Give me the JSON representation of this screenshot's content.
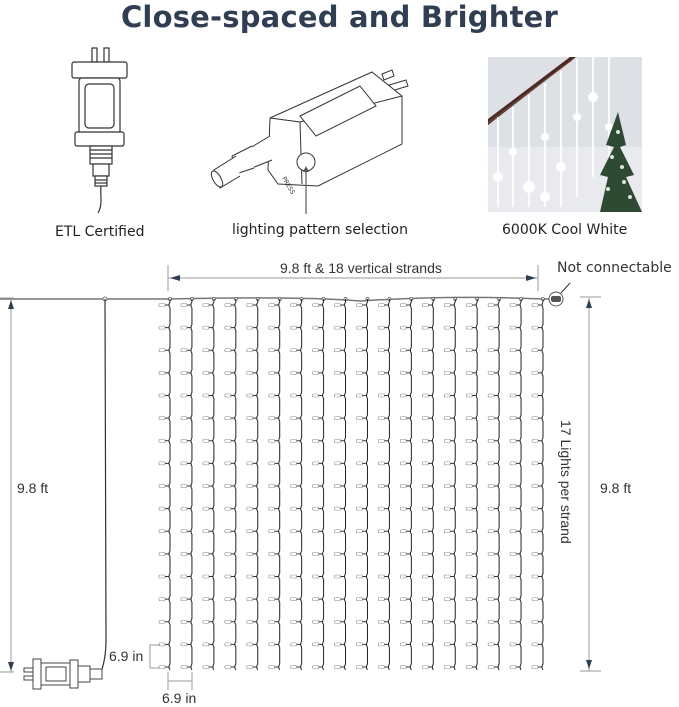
{
  "title": "Close-spaced and Brighter",
  "features": [
    {
      "caption": "ETL Certified",
      "icon": "adapter-plug-icon"
    },
    {
      "caption": "lighting pattern selection",
      "icon": "controller-box-icon",
      "button_label": "PRESS"
    },
    {
      "caption": "6000K Cool White",
      "icon": "cool-white-photo"
    }
  ],
  "diagram": {
    "width_label": "9.8 ft & 18 vertical strands",
    "end_cap_label": "Not connectable",
    "left_height_label": "9.8 ft",
    "right_height_label": "9.8 ft",
    "lights_per_strand_label": "17 Lights per strand",
    "vertical_spacing_label": "6.9 in",
    "horizontal_spacing_label": "6.9 in",
    "strand_count": 18,
    "lights_per_strand": 17
  },
  "colors": {
    "title": "#2f3e52",
    "line": "#222222",
    "dimension": "#9a9a9a",
    "arrow": "#2f3e52"
  }
}
